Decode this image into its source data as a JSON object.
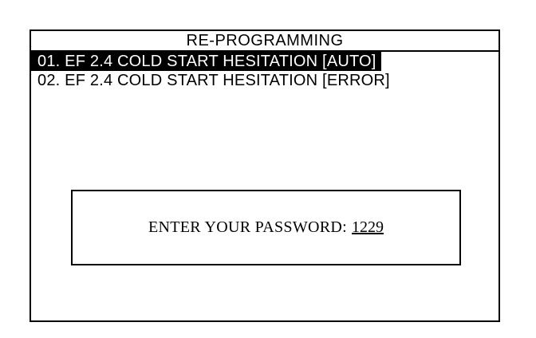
{
  "screen": {
    "title": "RE-PROGRAMMING",
    "menu_items": [
      {
        "label": "01. EF 2.4 COLD START HESITATION [AUTO]",
        "selected": true
      },
      {
        "label": "02. EF 2.4 COLD START HESITATION [ERROR]",
        "selected": false
      }
    ]
  },
  "dialog": {
    "prompt": "ENTER YOUR PASSWORD:",
    "password_value": "1229"
  },
  "colors": {
    "foreground": "#000000",
    "background": "#ffffff",
    "highlight_bg": "#000000",
    "highlight_fg": "#ffffff"
  }
}
